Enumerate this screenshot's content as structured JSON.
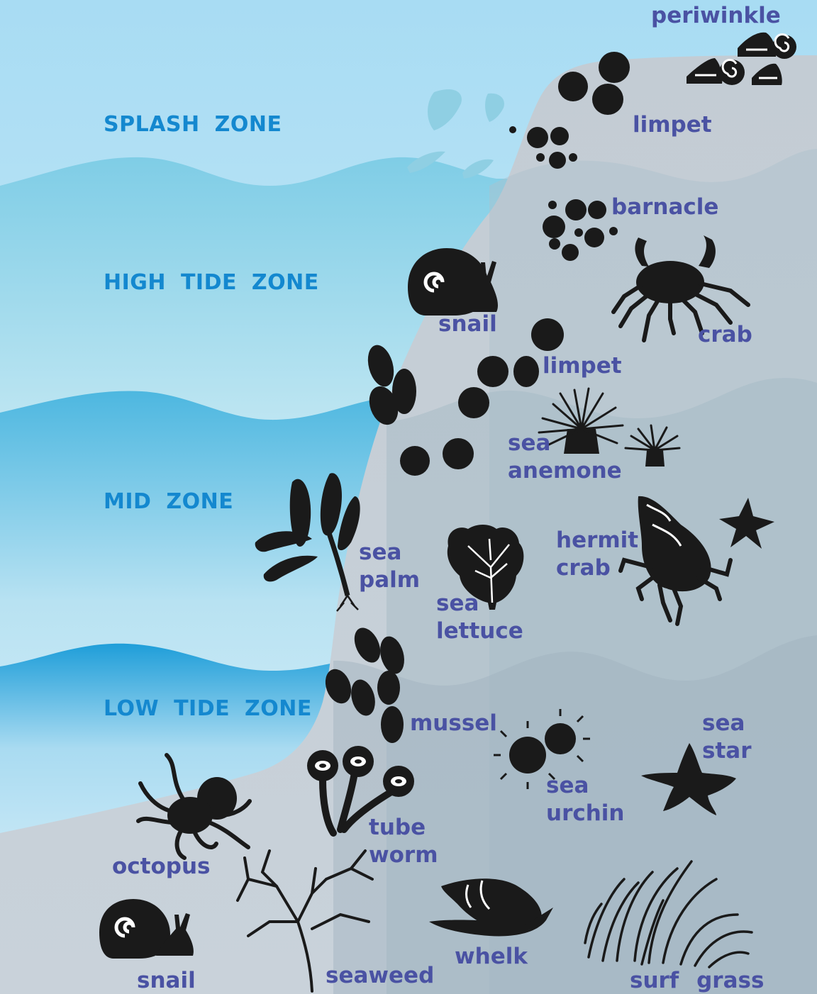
{
  "colors": {
    "zone_label": "#1488cf",
    "organism_label": "#4a52a3",
    "silhouette": "#1a1a1a",
    "rock": "#b4bfc9",
    "sky": "#bde2f2",
    "water_deep": "#2aa5dc",
    "water_light": "#e9f6fc",
    "splash": "#8fcfe3"
  },
  "zones": [
    {
      "name": "SPLASH ZONE"
    },
    {
      "name": "HIGH TIDE ZONE"
    },
    {
      "name": "MID ZONE"
    },
    {
      "name": "LOW TIDE ZONE"
    }
  ],
  "organisms": {
    "periwinkle": {
      "label": "periwinkle",
      "icon": "periwinkle-shells"
    },
    "limpet_upper": {
      "label": "limpet",
      "icon": "limpet-shells"
    },
    "barnacle": {
      "label": "barnacle",
      "icon": "barnacle-cluster"
    },
    "snail_high": {
      "label": "snail",
      "icon": "snail"
    },
    "crab": {
      "label": "crab",
      "icon": "crab"
    },
    "limpet_lower": {
      "label": "limpet",
      "icon": "limpet-shells"
    },
    "sea_anemone": {
      "line1": "sea",
      "line2": "anemone",
      "icon": "sea-anemone"
    },
    "sea_palm": {
      "line1": "sea",
      "line2": "palm",
      "icon": "sea-palm"
    },
    "sea_lettuce": {
      "line1": "sea",
      "line2": "lettuce",
      "icon": "sea-lettuce"
    },
    "hermit_crab": {
      "line1": "hermit",
      "line2": "crab",
      "icon": "hermit-crab"
    },
    "mussel": {
      "label": "mussel",
      "icon": "mussel-shells"
    },
    "sea_star": {
      "line1": "sea",
      "line2": "star",
      "icon": "sea-star"
    },
    "sea_urchin": {
      "line1": "sea",
      "line2": "urchin",
      "icon": "sea-urchin"
    },
    "tube_worm": {
      "line1": "tube",
      "line2": "worm",
      "icon": "tube-worm"
    },
    "octopus": {
      "label": "octopus",
      "icon": "octopus"
    },
    "snail_low": {
      "label": "snail",
      "icon": "snail"
    },
    "seaweed": {
      "label": "seaweed",
      "icon": "seaweed"
    },
    "whelk": {
      "label": "whelk",
      "icon": "whelk"
    },
    "surf_grass": {
      "label": "surf grass",
      "icon": "surf-grass"
    }
  }
}
